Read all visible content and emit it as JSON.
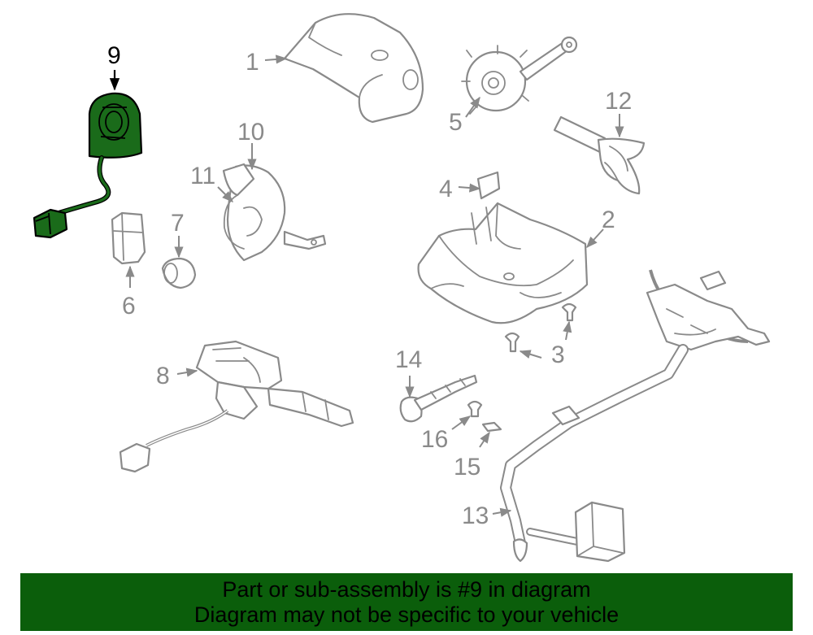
{
  "diagram": {
    "highlighted_part": "9",
    "highlight_color": "#1a6b1a",
    "callouts": {
      "c1": "1",
      "c2": "2",
      "c3": "3",
      "c4": "4",
      "c5": "5",
      "c6": "6",
      "c7": "7",
      "c8": "8",
      "c9": "9",
      "c10": "10",
      "c11": "11",
      "c12": "12",
      "c13": "13",
      "c14": "14",
      "c15": "15",
      "c16": "16"
    }
  },
  "banner": {
    "line1": "Part or sub-assembly is #9 in diagram",
    "line2": "Diagram may not be specific to your vehicle",
    "background": "#0b5e0b"
  }
}
